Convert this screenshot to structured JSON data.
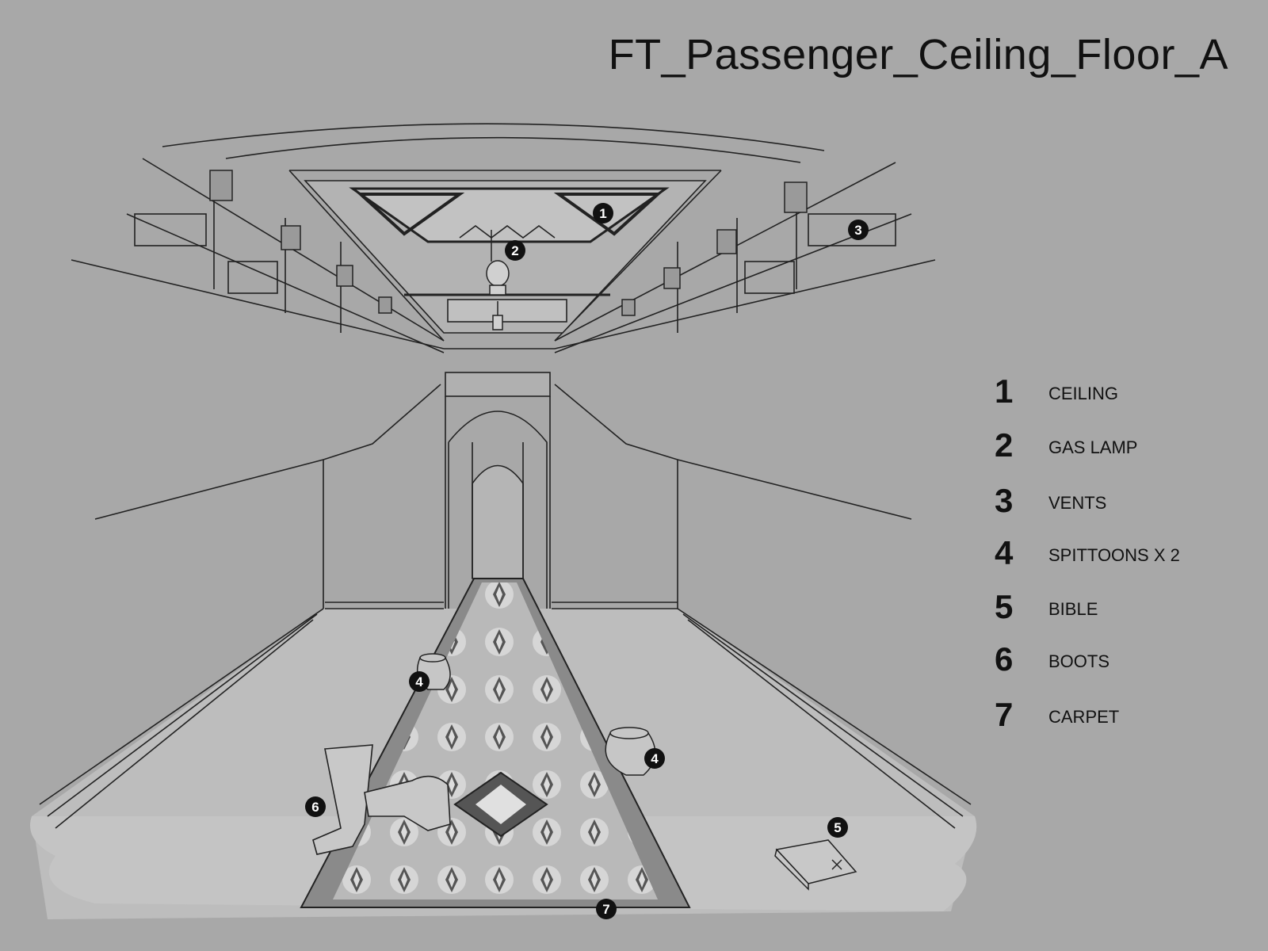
{
  "title": "FT_Passenger_Ceiling_Floor_A",
  "legend": [
    {
      "number": "1",
      "label": "CEILING"
    },
    {
      "number": "2",
      "label": "GAS LAMP"
    },
    {
      "number": "3",
      "label": "VENTS"
    },
    {
      "number": "4",
      "label": "SPITTOONS X 2"
    },
    {
      "number": "5",
      "label": "BIBLE"
    },
    {
      "number": "6",
      "label": "BOOTS"
    },
    {
      "number": "7",
      "label": "CARPET"
    }
  ],
  "callouts": [
    "1",
    "2",
    "3",
    "4",
    "4",
    "5",
    "6",
    "7"
  ],
  "colors": {
    "background": "#a8a8a8",
    "line": "#222222",
    "floor": "#bdbdbd",
    "carpet": "#8a8a8a",
    "callout": "#111111"
  }
}
